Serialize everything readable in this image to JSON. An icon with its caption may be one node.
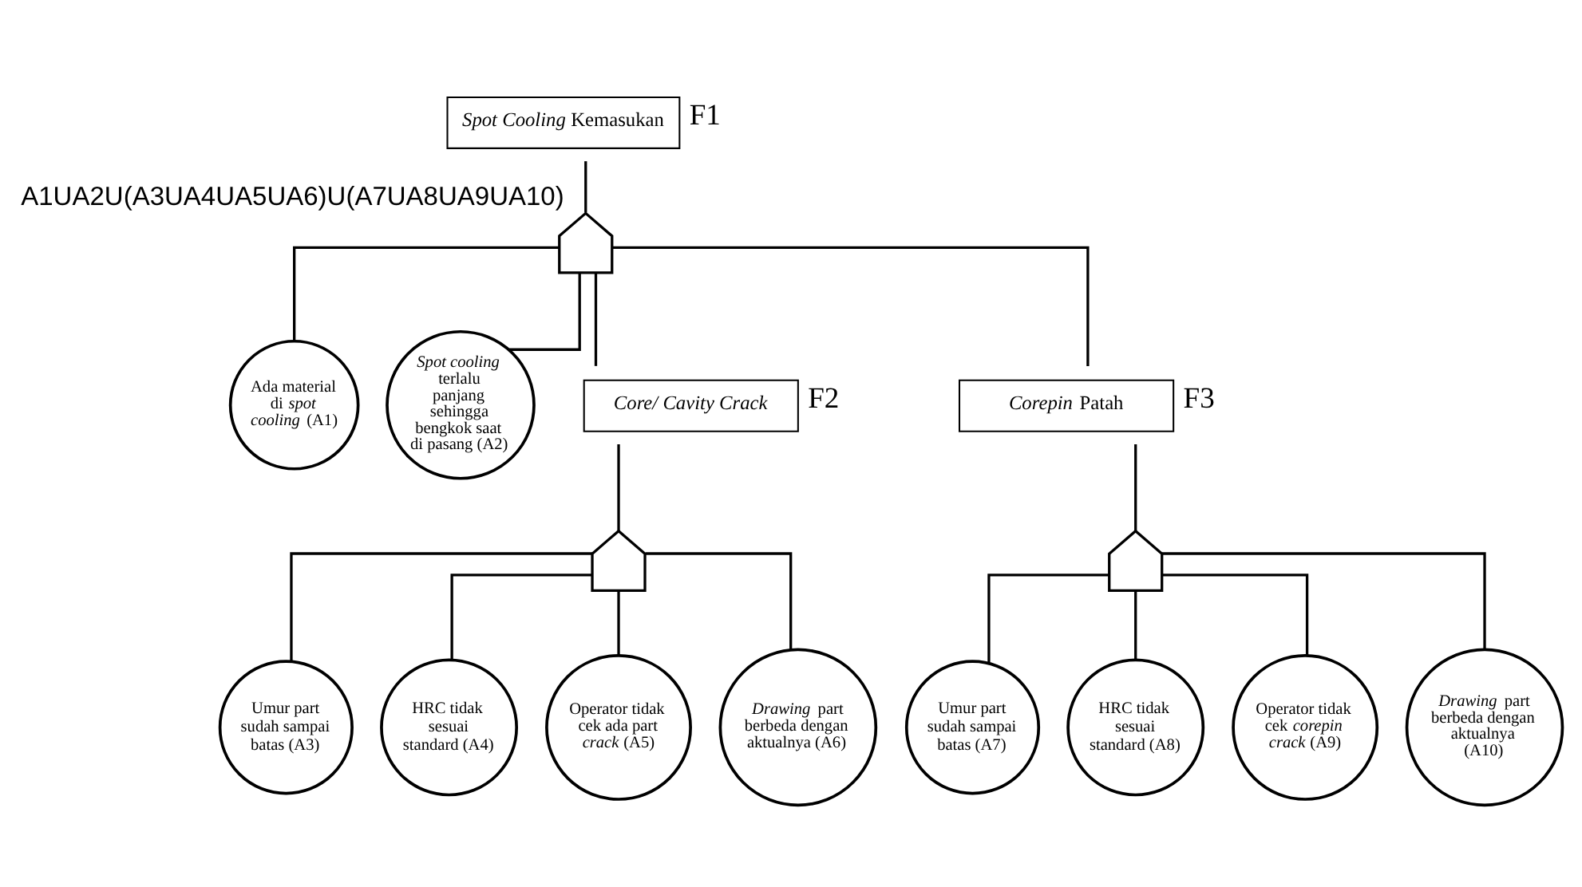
{
  "diagram": {
    "nodes": [
      {
        "text": [
          "*Spot Cooling* Kemasukan"
        ],
        "beside": [
          "F1"
        ]
      },
      {
        "text": [],
        "shape": "gate",
        "beside": [
          "A1UA2U(A3UA4UA5UA6)U(A7UA8UA9UA10)"
        ]
      },
      {
        "text": [
          "Ada material di *spot cooling* (A1)"
        ]
      },
      {
        "text": [
          "*Spot cooling* terlalu panjang sehingga bengkok saat di pasang (A2)"
        ]
      },
      {
        "text": [
          "*Core/ Cavity Crack*"
        ],
        "beside": [
          "F2"
        ]
      },
      {
        "text": [
          "*Corepin* Patah"
        ],
        "beside": [
          "F3"
        ]
      },
      {
        "text": [],
        "shape": "gate"
      },
      {
        "text": [],
        "shape": "gate"
      },
      {
        "text": [
          "Umur part sudah sampai batas (A3)"
        ]
      },
      {
        "text": [
          "HRC tidak sesuai standard (A4)"
        ]
      },
      {
        "text": [
          "Operator tidak cek ada part *crack* (A5)"
        ]
      },
      {
        "text": [
          "*Drawing* part berbeda dengan aktualnya (A6)"
        ]
      },
      {
        "text": [
          "Umur part sudah sampai batas (A7)"
        ]
      },
      {
        "text": [
          "HRC tidak sesuai standard (A8)"
        ]
      },
      {
        "text": [
          "Operator tidak cek *corepin crack* (A9)"
        ]
      },
      {
        "text": [
          "*Drawing* part berbeda dengan aktualnya (A10)"
        ]
      }
    ],
    "edges": [
      {
        "from": 0,
        "to": 1,
        "arrow": "none"
      },
      {
        "from": 1,
        "to": 2,
        "arrow": "none"
      },
      {
        "from": 1,
        "to": 3,
        "arrow": "none"
      },
      {
        "from": 1,
        "to": 4,
        "arrow": "none"
      },
      {
        "from": 1,
        "to": 5,
        "arrow": "none"
      },
      {
        "from": 4,
        "to": 6,
        "arrow": "none"
      },
      {
        "from": 5,
        "to": 7,
        "arrow": "none"
      },
      {
        "from": 6,
        "to": 8,
        "arrow": "none"
      },
      {
        "from": 6,
        "to": 9,
        "arrow": "none"
      },
      {
        "from": 6,
        "to": 10,
        "arrow": "none"
      },
      {
        "from": 6,
        "to": 11,
        "arrow": "none"
      },
      {
        "from": 7,
        "to": 12,
        "arrow": "none"
      },
      {
        "from": 7,
        "to": 13,
        "arrow": "none"
      },
      {
        "from": 7,
        "to": 14,
        "arrow": "none"
      },
      {
        "from": 7,
        "to": 15,
        "arrow": "none"
      }
    ]
  }
}
